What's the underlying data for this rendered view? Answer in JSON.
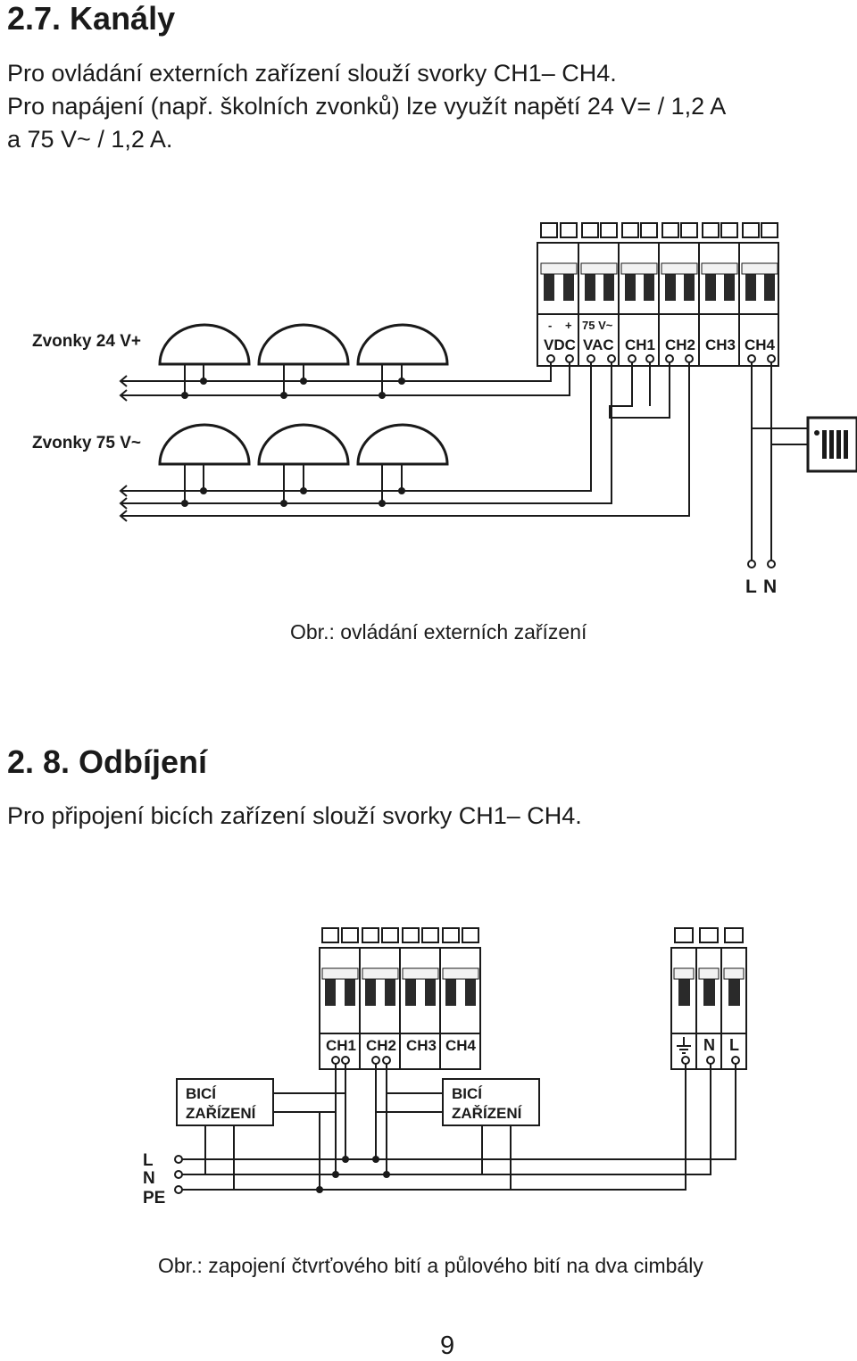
{
  "section1": {
    "heading": "2.7. Kanály",
    "lines": [
      "Pro ovládání externích zařízení slouží svorky CH1– CH4.",
      "Pro napájení (např. školních zvonků) lze využít  napětí 24 V= / 1,2 A",
      "a 75 V~ / 1,2 A."
    ]
  },
  "diagram1": {
    "bells24_label": "Zvonky 24 V+",
    "bells75_label": "Zvonky 75 V~",
    "polarity_minus": "-",
    "polarity_plus": "+",
    "vac_value": "75 V~",
    "terminals": [
      "VDC",
      "VAC",
      "CH1",
      "CH2",
      "CH3",
      "CH4"
    ],
    "mains": [
      "L",
      "N"
    ],
    "caption": "Obr.: ovládání externích zařízení"
  },
  "section2": {
    "heading": "2. 8. Odbíjení",
    "text": "Pro připojení bicích zařízení slouží svorky CH1– CH4."
  },
  "diagram2": {
    "terminals": [
      "CH1",
      "CH2",
      "CH3",
      "CH4"
    ],
    "power_terminals": [
      "N",
      "L"
    ],
    "device_labels": [
      "BICÍ",
      "ZAŘÍZENÍ"
    ],
    "bus_lines": [
      "L",
      "N",
      "PE"
    ],
    "caption": "Obr.: zapojení čtvrťového bití a půlového bití na dva cimbály"
  },
  "page_number": "9"
}
